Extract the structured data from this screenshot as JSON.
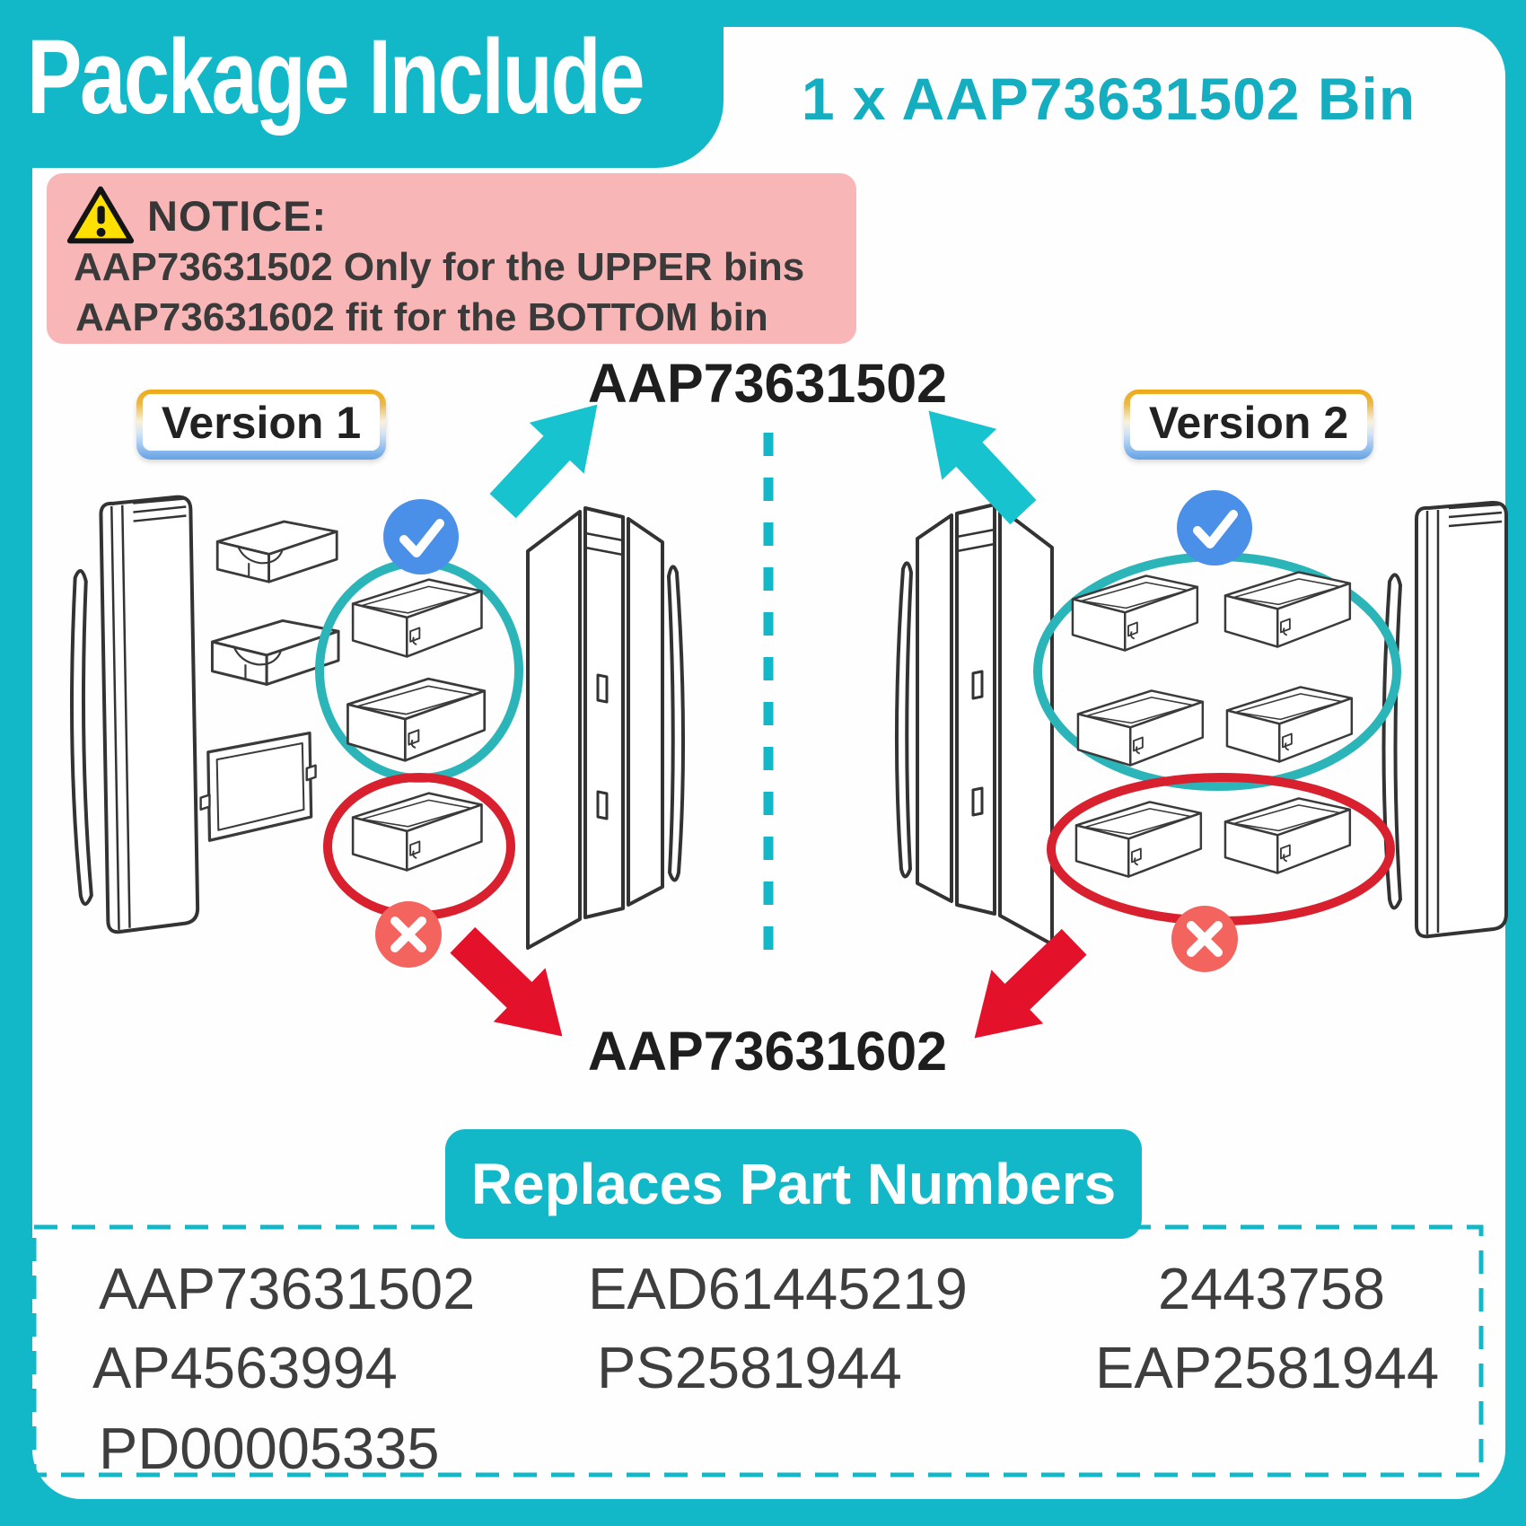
{
  "header": {
    "title": "Package Include",
    "package_line": "1 x AAP73631502 Bin"
  },
  "notice": {
    "title": "NOTICE:",
    "lines": [
      "AAP73631502 Only for the UPPER bins",
      "AAP73631602 fit for the BOTTOM bin"
    ]
  },
  "diagram": {
    "upper_part_number": "AAP73631502",
    "lower_part_number": "AAP73631602",
    "versions": [
      {
        "label": "Version 1",
        "upper_circled_bins": 2,
        "lower_circled_bins": 1
      },
      {
        "label": "Version 2",
        "upper_circled_bins": 4,
        "lower_circled_bins": 2
      }
    ],
    "icons": {
      "warning": "warning-triangle-icon",
      "fits": "blue-check-circle-icon",
      "not_fit": "red-x-circle-icon",
      "to_upper": "teal-up-arrow",
      "to_lower": "red-down-arrow"
    }
  },
  "replaces": {
    "title": "Replaces Part Numbers",
    "part_numbers": [
      "AAP73631502",
      "EAD61445219",
      "2443758",
      "AP4563994",
      "PS2581944",
      "EAP2581944",
      "PD00005335"
    ]
  },
  "colors": {
    "teal": "#12b8c8",
    "teal_text": "#14aec0",
    "teal_arrow": "#17c3cf",
    "teal_ellipse": "#2cb5b9",
    "red_arrow": "#e3112a",
    "red_ellipse": "#d8202e",
    "check_blue": "#4a90e8",
    "cross_red": "#f4645f",
    "notice_pink": "#f9b6b6",
    "warning_yellow": "#ffe000",
    "line_art": "#3a3a3a"
  }
}
